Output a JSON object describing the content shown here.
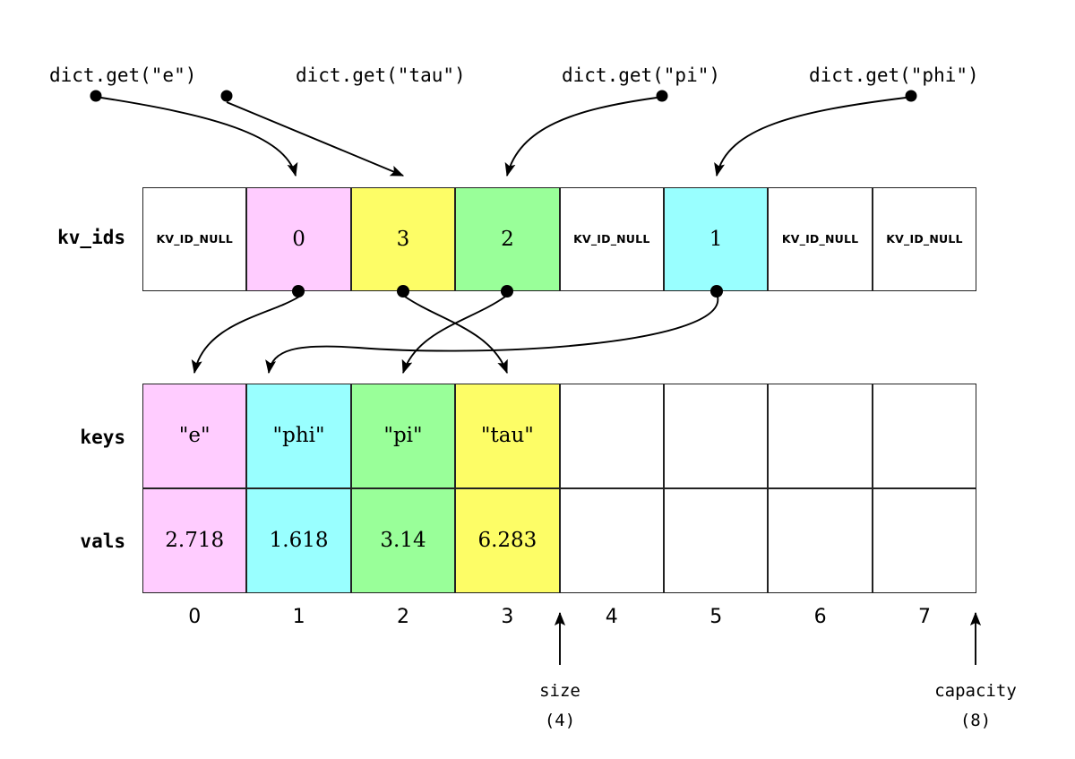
{
  "diagram": {
    "title": "hash-table-dict-layout",
    "colors": {
      "pink": "#FFCCFF",
      "yellow": "#FDFD66",
      "green": "#99FF99",
      "cyan": "#99FFFF",
      "white": "#FFFFFF",
      "stroke": "#222222"
    },
    "calls": [
      {
        "label": "dict.get(\"e\")",
        "target_slot": 1
      },
      {
        "label": "dict.get(\"tau\")",
        "target_slot": 2
      },
      {
        "label": "dict.get(\"pi\")",
        "target_slot": 3
      },
      {
        "label": "dict.get(\"phi\")",
        "target_slot": 5
      }
    ],
    "rows": {
      "kv_ids": {
        "label": "kv_ids",
        "cells": [
          {
            "text": "KV_ID_NULL",
            "color": "#FFFFFF",
            "null": true
          },
          {
            "text": "0",
            "color": "#FFCCFF",
            "null": false
          },
          {
            "text": "3",
            "color": "#FDFD66",
            "null": false
          },
          {
            "text": "2",
            "color": "#99FF99",
            "null": false
          },
          {
            "text": "KV_ID_NULL",
            "color": "#FFFFFF",
            "null": true
          },
          {
            "text": "1",
            "color": "#99FFFF",
            "null": false
          },
          {
            "text": "KV_ID_NULL",
            "color": "#FFFFFF",
            "null": true
          },
          {
            "text": "KV_ID_NULL",
            "color": "#FFFFFF",
            "null": true
          }
        ]
      },
      "keys": {
        "label": "keys",
        "cells": [
          {
            "text": "\"e\"",
            "color": "#FFCCFF"
          },
          {
            "text": "\"phi\"",
            "color": "#99FFFF"
          },
          {
            "text": "\"pi\"",
            "color": "#99FF99"
          },
          {
            "text": "\"tau\"",
            "color": "#FDFD66"
          },
          {
            "text": "",
            "color": "#FFFFFF"
          },
          {
            "text": "",
            "color": "#FFFFFF"
          },
          {
            "text": "",
            "color": "#FFFFFF"
          },
          {
            "text": "",
            "color": "#FFFFFF"
          }
        ]
      },
      "vals": {
        "label": "vals",
        "cells": [
          {
            "text": "2.718",
            "color": "#FFCCFF"
          },
          {
            "text": "1.618",
            "color": "#99FFFF"
          },
          {
            "text": "3.14",
            "color": "#99FF99"
          },
          {
            "text": "6.283",
            "color": "#FDFD66"
          },
          {
            "text": "",
            "color": "#FFFFFF"
          },
          {
            "text": "",
            "color": "#FFFFFF"
          },
          {
            "text": "",
            "color": "#FFFFFF"
          },
          {
            "text": "",
            "color": "#FFFFFF"
          }
        ]
      }
    },
    "indices": [
      "0",
      "1",
      "2",
      "3",
      "4",
      "5",
      "6",
      "7"
    ],
    "markers": {
      "size": {
        "name": "size",
        "value": "(4)",
        "at_index_boundary": 4
      },
      "capacity": {
        "name": "capacity",
        "value": "(8)",
        "at_index_boundary": 8
      }
    },
    "links": [
      {
        "from_slot": 1,
        "to_index": 0
      },
      {
        "from_slot": 2,
        "to_index": 3
      },
      {
        "from_slot": 3,
        "to_index": 2
      },
      {
        "from_slot": 5,
        "to_index": 1
      }
    ]
  }
}
